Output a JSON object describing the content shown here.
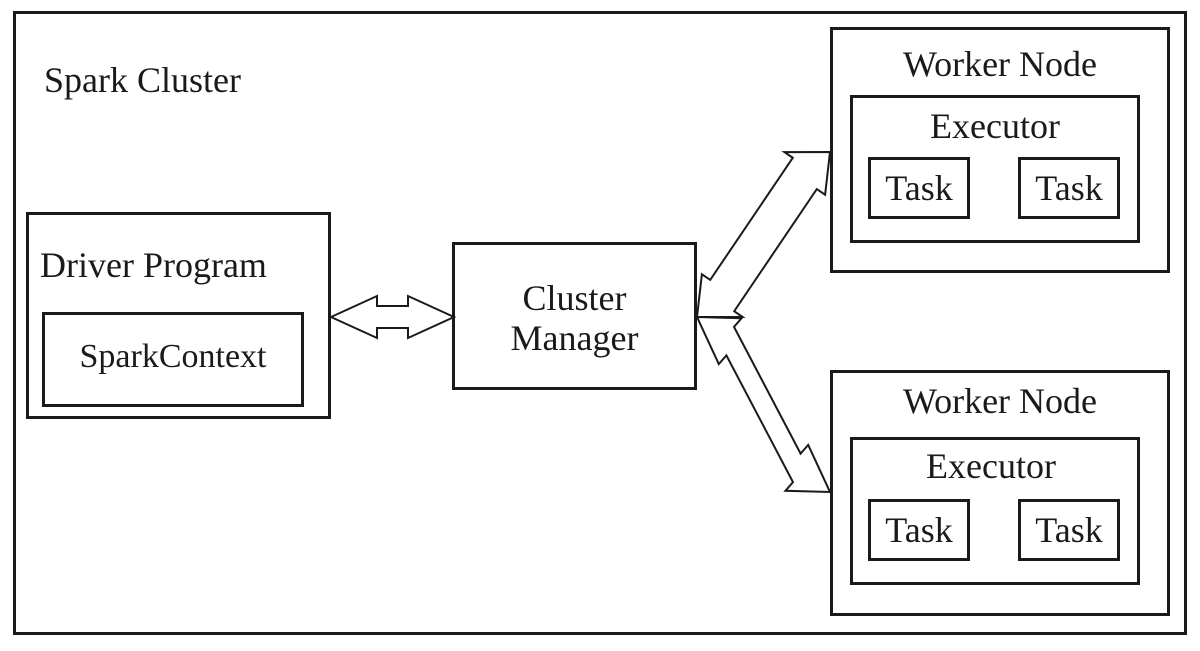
{
  "cluster": {
    "title": "Spark Cluster"
  },
  "driver": {
    "title": "Driver Program",
    "context_label": "SparkContext"
  },
  "cluster_manager": {
    "line1": "Cluster",
    "line2": "Manager"
  },
  "worker_nodes": [
    {
      "title": "Worker Node",
      "executor": "Executor",
      "tasks": [
        "Task",
        "Task"
      ]
    },
    {
      "title": "Worker Node",
      "executor": "Executor",
      "tasks": [
        "Task",
        "Task"
      ]
    }
  ],
  "colors": {
    "stroke": "#1a1a1a",
    "fill": "#ffffff"
  }
}
